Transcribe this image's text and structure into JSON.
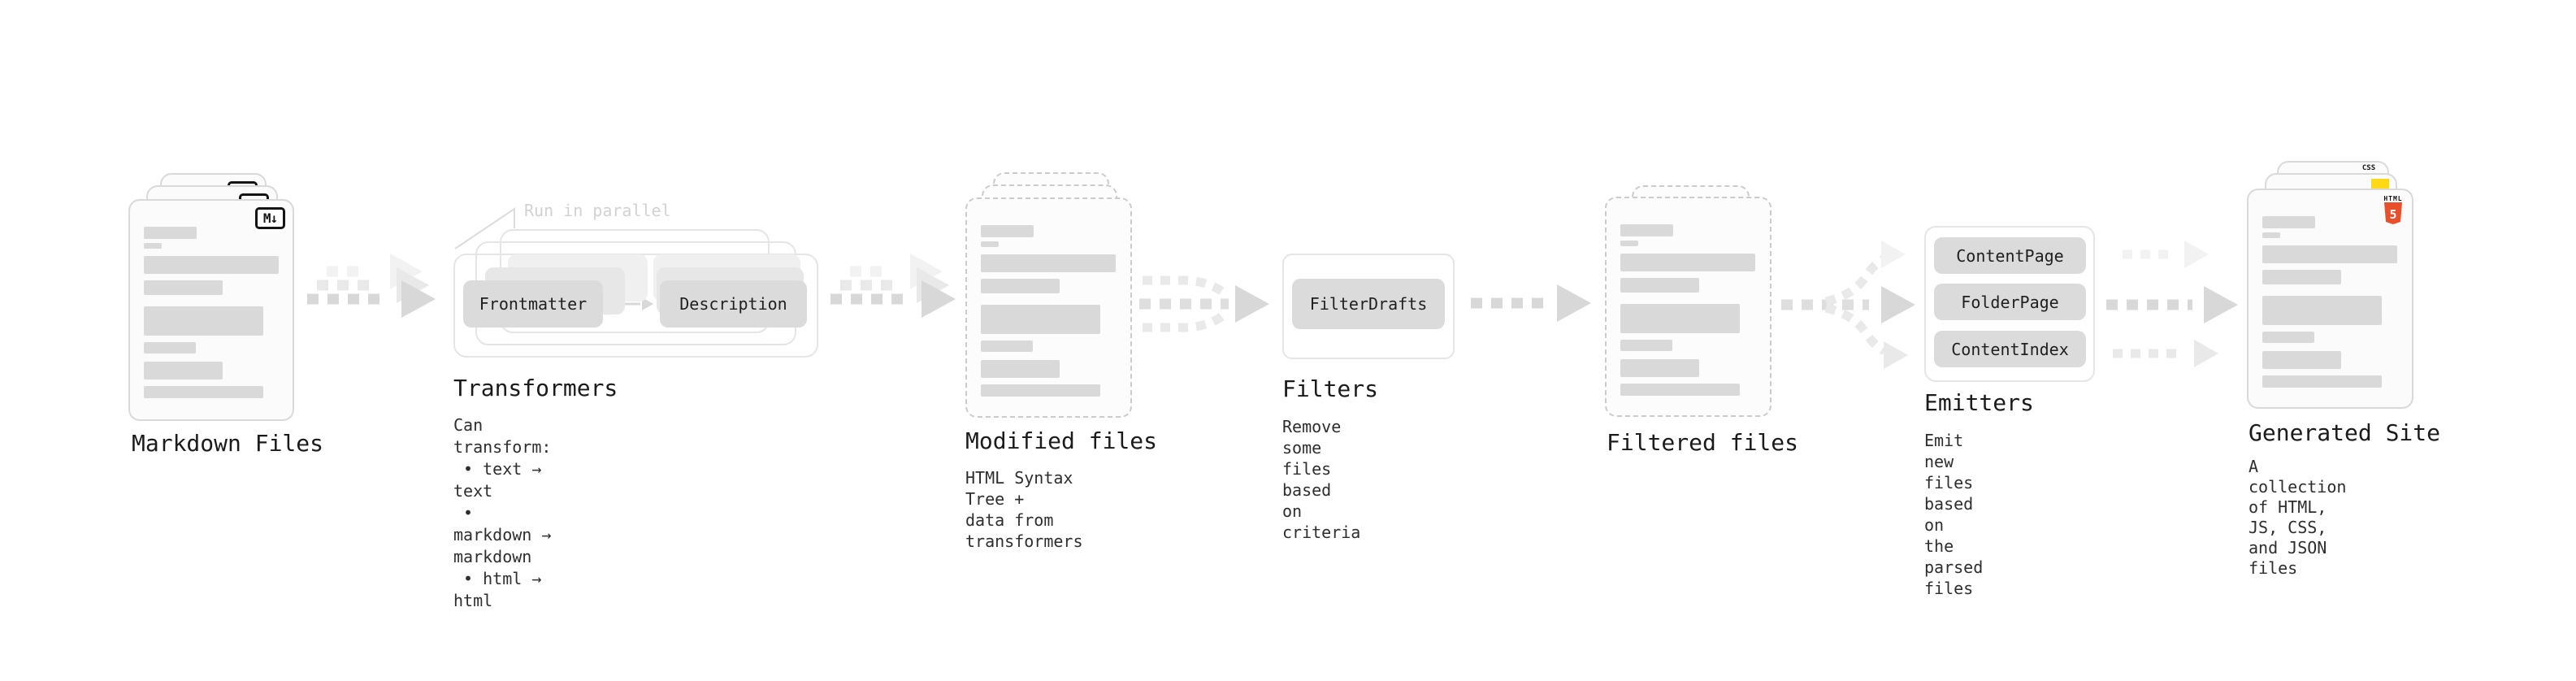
{
  "stages": {
    "markdown": {
      "label": "Markdown Files",
      "badge": "M↓"
    },
    "transformers": {
      "label": "Transformers",
      "annotation": "Run in parallel",
      "pill_frontmatter": "Frontmatter",
      "pill_description": "Description",
      "description": "Can transform:\n • text → text\n • markdown → markdown\n • html → html"
    },
    "modified": {
      "label": "Modified files",
      "description": "HTML Syntax Tree +\ndata from transformers"
    },
    "filters": {
      "label": "Filters",
      "pill_filterdrafts": "FilterDrafts",
      "description": "Remove some files based\non criteria"
    },
    "filtered": {
      "label": "Filtered files"
    },
    "emitters": {
      "label": "Emitters",
      "pill_contentpage": "ContentPage",
      "pill_folderpage": "FolderPage",
      "pill_contentindex": "ContentIndex",
      "description": "Emit new files based on\nthe parsed files"
    },
    "generated": {
      "label": "Generated Site",
      "description": "A collection of HTML,\nJS, CSS, and JSON files",
      "badge_css": "CSS",
      "badge_html_caption": "HTML",
      "badge_html_number": "5"
    }
  },
  "colors": {
    "arrow_main": "#d8d8d8",
    "arrow_echo_light": "#e9e9e9",
    "arrow_echo_lighter": "#f2f2f2",
    "card_border": "#d9d9d9",
    "card_dashed_border": "#cbcbcb",
    "content_bar": "#d9d9d9",
    "pill_fill": "#dbdbdb",
    "annotation_gray": "#d2d2d2",
    "html5_orange": "#e8502b",
    "js_yellow": "#ffd916",
    "css_blue": "#2d68f5"
  }
}
